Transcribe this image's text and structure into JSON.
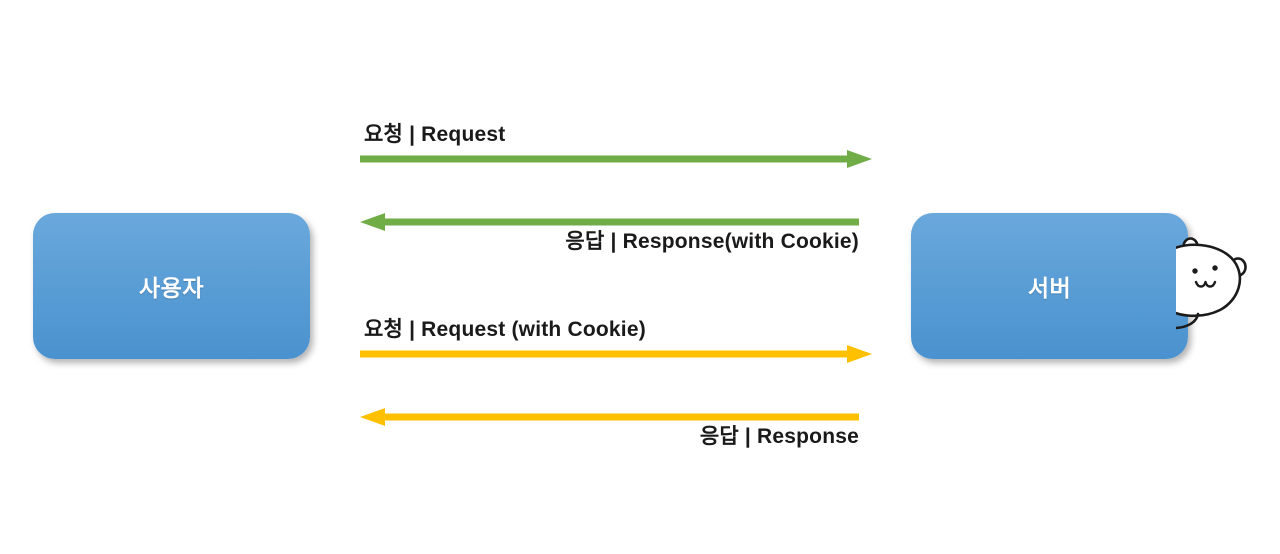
{
  "diagram": {
    "title": "Cookie based request and response flow between user and server",
    "nodes": [
      {
        "id": "user",
        "label": "사용자"
      },
      {
        "id": "server",
        "label": "서버"
      }
    ],
    "flows": [
      {
        "id": "flow-1",
        "label": "요청 | Request",
        "direction": "right",
        "color": "#70AD47",
        "label_position": "above-left"
      },
      {
        "id": "flow-2",
        "label": "응답 | Response(with Cookie)",
        "direction": "left",
        "color": "#70AD47",
        "label_position": "below-right"
      },
      {
        "id": "flow-3",
        "label": "요청 | Request (with Cookie)",
        "direction": "right",
        "color": "#FFC000",
        "label_position": "above-left"
      },
      {
        "id": "flow-4",
        "label": "응답 | Response",
        "direction": "left",
        "color": "#FFC000",
        "label_position": "below-right"
      }
    ],
    "decorations": [
      {
        "id": "bear-sticker",
        "name": "bear-mascot-icon",
        "description": "white bear peeking from behind server box"
      }
    ],
    "colors": {
      "node_fill_top": "#6AA8DC",
      "node_fill_bottom": "#4A92CF",
      "node_text": "#FFFFFF",
      "green_arrow": "#70AD47",
      "yellow_arrow": "#FFC000",
      "label_text": "#1A1A1A",
      "background": "#FFFFFF"
    }
  }
}
